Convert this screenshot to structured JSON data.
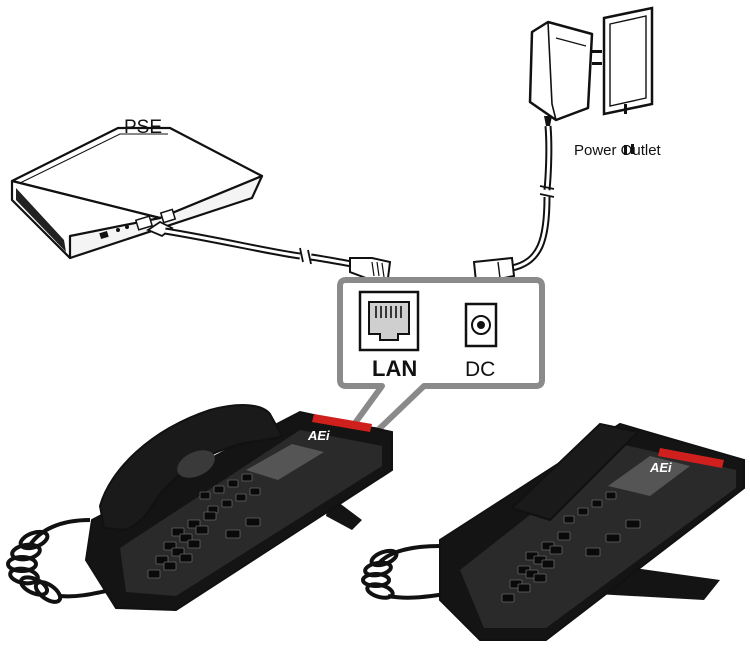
{
  "labels": {
    "pse": "PSE",
    "power_outlet": "Power Outlet",
    "lan_port": "LAN",
    "dc_port": "DC",
    "brand": "AEi"
  },
  "colors": {
    "line": "#111111",
    "callout_box": "#8a8a8a",
    "phone_body": "#141414",
    "phone_face": "#2a2a2a",
    "red_strip": "#d0201e",
    "background": "#ffffff"
  },
  "icons": [
    "router-icon",
    "rj45-plug-icon",
    "dc-plug-icon",
    "power-adapter-icon",
    "wall-socket-icon",
    "lan-port-icon",
    "dc-jack-icon",
    "phone-icon"
  ]
}
